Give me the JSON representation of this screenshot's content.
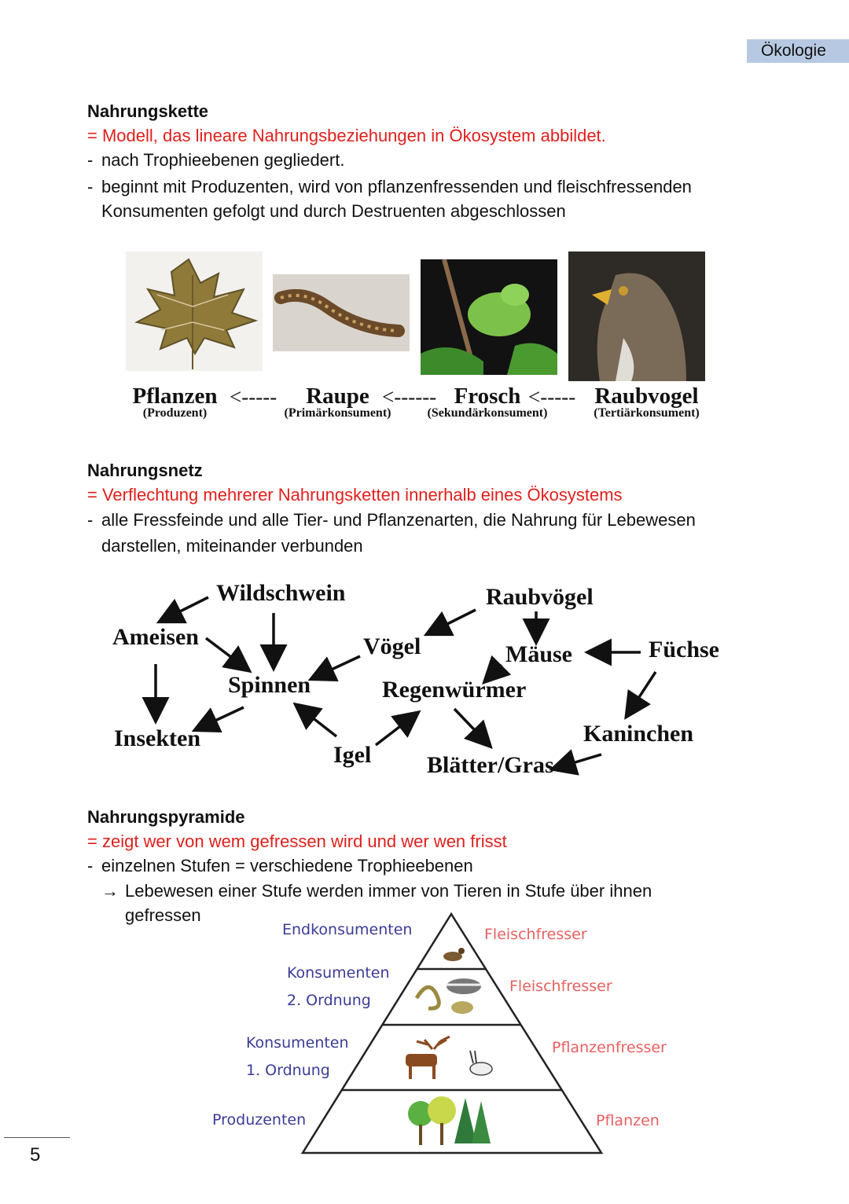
{
  "header": {
    "tag": "Ökologie"
  },
  "section1": {
    "title": "Nahrungskette",
    "definition": "= Modell, das lineare Nahrungsbeziehungen in Ökosystem abbildet.",
    "bullet1": "nach Trophieebenen gegliedert.",
    "bullet2": "beginnt mit Produzenten, wird von pflanzenfressenden und fleischfressenden Konsumenten gefolgt und durch Destruenten abgeschlossen"
  },
  "chain": {
    "items": [
      {
        "name": "Pflanzen",
        "role": "(Produzent)"
      },
      {
        "name": "Raupe",
        "role": "(Primärkonsument)"
      },
      {
        "name": "Frosch",
        "role": "(Sekundärkonsument)"
      },
      {
        "name": "Raubvogel",
        "role": "(Tertiärkonsument)"
      }
    ],
    "arrows": [
      "<-----",
      "<------",
      "<-----"
    ]
  },
  "section2": {
    "title": "Nahrungsnetz",
    "definition": "= Verflechtung mehrerer Nahrungsketten innerhalb eines Ökosystems",
    "bullet1": "alle Fressfeinde und alle Tier- und Pflanzenarten, die Nahrung für Lebewesen darstellen, miteinander verbunden"
  },
  "web": {
    "nodes": {
      "wildschwein": "Wildschwein",
      "raubvoegel": "Raubvögel",
      "ameisen": "Ameisen",
      "voegel": "Vögel",
      "maeuse": "Mäuse",
      "fuechse": "Füchse",
      "spinnen": "Spinnen",
      "regenwuermer": "Regenwürmer",
      "insekten": "Insekten",
      "igel": "Igel",
      "kaninchen": "Kaninchen",
      "blaetter": "Blätter/Gras"
    }
  },
  "section3": {
    "title": "Nahrungspyramide",
    "definition": "= zeigt wer von wem gefressen wird und wer wen frisst",
    "bullet1": "einzelnen Stufen = verschiedene Trophieebenen",
    "arrow_text_1": "Lebewesen einer Stufe werden immer von Tieren in Stufe über ihnen",
    "arrow_text_2": "gefressen"
  },
  "pyramid": {
    "left": {
      "l1": "Endkonsumenten",
      "l2a": "Konsumenten",
      "l2b": "2. Ordnung",
      "l3a": "Konsumenten",
      "l3b": "1. Ordnung",
      "l4": "Produzenten"
    },
    "right": {
      "r1": "Fleischfresser",
      "r2": "Fleischfresser",
      "r3": "Pflanzenfresser",
      "r4": "Pflanzen"
    }
  },
  "footer": {
    "page": "5"
  }
}
